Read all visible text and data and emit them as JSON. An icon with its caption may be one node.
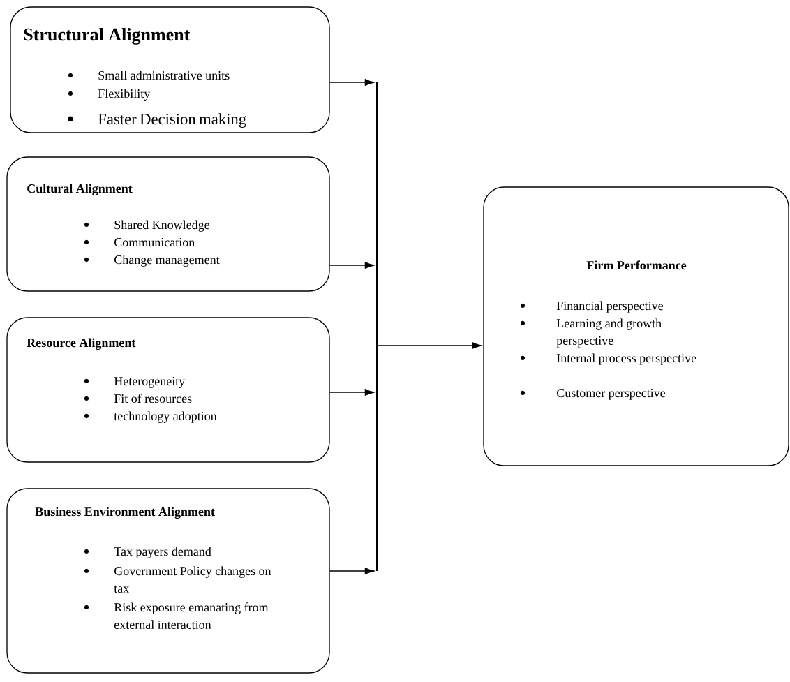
{
  "diagram": {
    "nodes": [
      {
        "text": [
          "Structural Alignment",
          "Small administrative units",
          "Flexibility",
          "Faster Decision making"
        ]
      },
      {
        "text": [
          "Cultural Alignment",
          "Shared Knowledge",
          "Communication",
          "Change management"
        ]
      },
      {
        "text": [
          "Resource Alignment",
          "Heterogeneity",
          "Fit of resources",
          "technology adoption"
        ]
      },
      {
        "text": [
          "Business Environment Alignment",
          "Tax payers demand",
          "Government Policy changes on tax",
          "Risk exposure emanating from external interaction"
        ]
      },
      {
        "text": [],
        "shape": "bar"
      },
      {
        "text": [
          "Firm Performance",
          "Financial perspective",
          "Learning and growth perspective",
          "Internal process perspective",
          "Customer perspective"
        ]
      }
    ],
    "edges": [
      {
        "from": 0,
        "to": 4,
        "arrow": "to"
      },
      {
        "from": 1,
        "to": 4,
        "arrow": "to"
      },
      {
        "from": 2,
        "to": 4,
        "arrow": "to"
      },
      {
        "from": 3,
        "to": 4,
        "arrow": "to"
      },
      {
        "from": 4,
        "to": 5,
        "arrow": "to"
      }
    ]
  }
}
